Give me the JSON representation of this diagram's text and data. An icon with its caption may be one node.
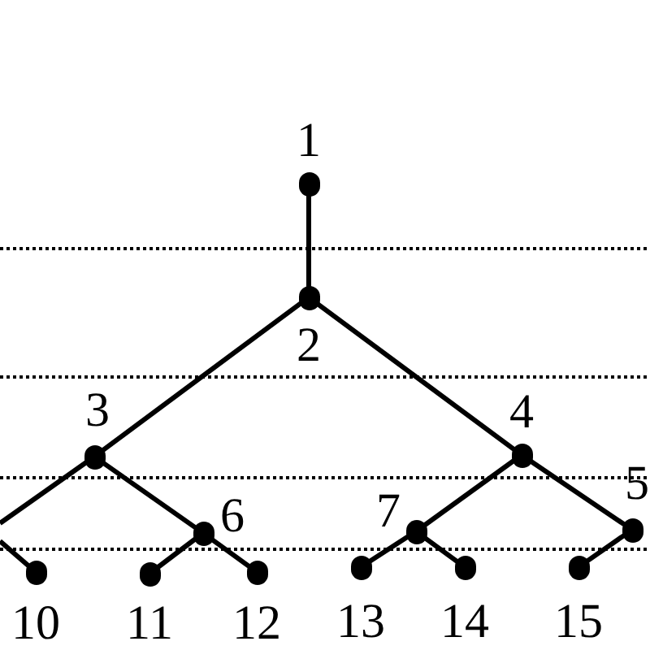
{
  "diagram": {
    "nodes": [
      {
        "text": [
          "1"
        ]
      },
      {
        "text": [
          "2"
        ]
      },
      {
        "text": [
          "3"
        ]
      },
      {
        "text": [
          "4"
        ]
      },
      {
        "text": [
          "5"
        ]
      },
      {
        "text": [
          "6"
        ]
      },
      {
        "text": [
          "7"
        ]
      },
      {
        "text": [
          "10"
        ]
      },
      {
        "text": [
          "11"
        ]
      },
      {
        "text": [
          "12"
        ]
      },
      {
        "text": [
          "13"
        ]
      },
      {
        "text": [
          "14"
        ]
      },
      {
        "text": [
          "15"
        ]
      }
    ],
    "edges": [
      {
        "from": 0,
        "to": 1,
        "arrow": "none"
      },
      {
        "from": 1,
        "to": 2,
        "arrow": "none"
      },
      {
        "from": 1,
        "to": 3,
        "arrow": "none"
      },
      {
        "from": 2,
        "to": null,
        "arrow": "none"
      },
      {
        "from": 2,
        "to": 5,
        "arrow": "none"
      },
      {
        "from": 3,
        "to": 6,
        "arrow": "none"
      },
      {
        "from": 3,
        "to": 4,
        "arrow": "none"
      },
      {
        "from": null,
        "to": 7,
        "arrow": "none"
      },
      {
        "from": 5,
        "to": 8,
        "arrow": "none"
      },
      {
        "from": 5,
        "to": 9,
        "arrow": "none"
      },
      {
        "from": 6,
        "to": 10,
        "arrow": "none"
      },
      {
        "from": 6,
        "to": 11,
        "arrow": "none"
      },
      {
        "from": 4,
        "to": 12,
        "arrow": "none"
      }
    ]
  }
}
